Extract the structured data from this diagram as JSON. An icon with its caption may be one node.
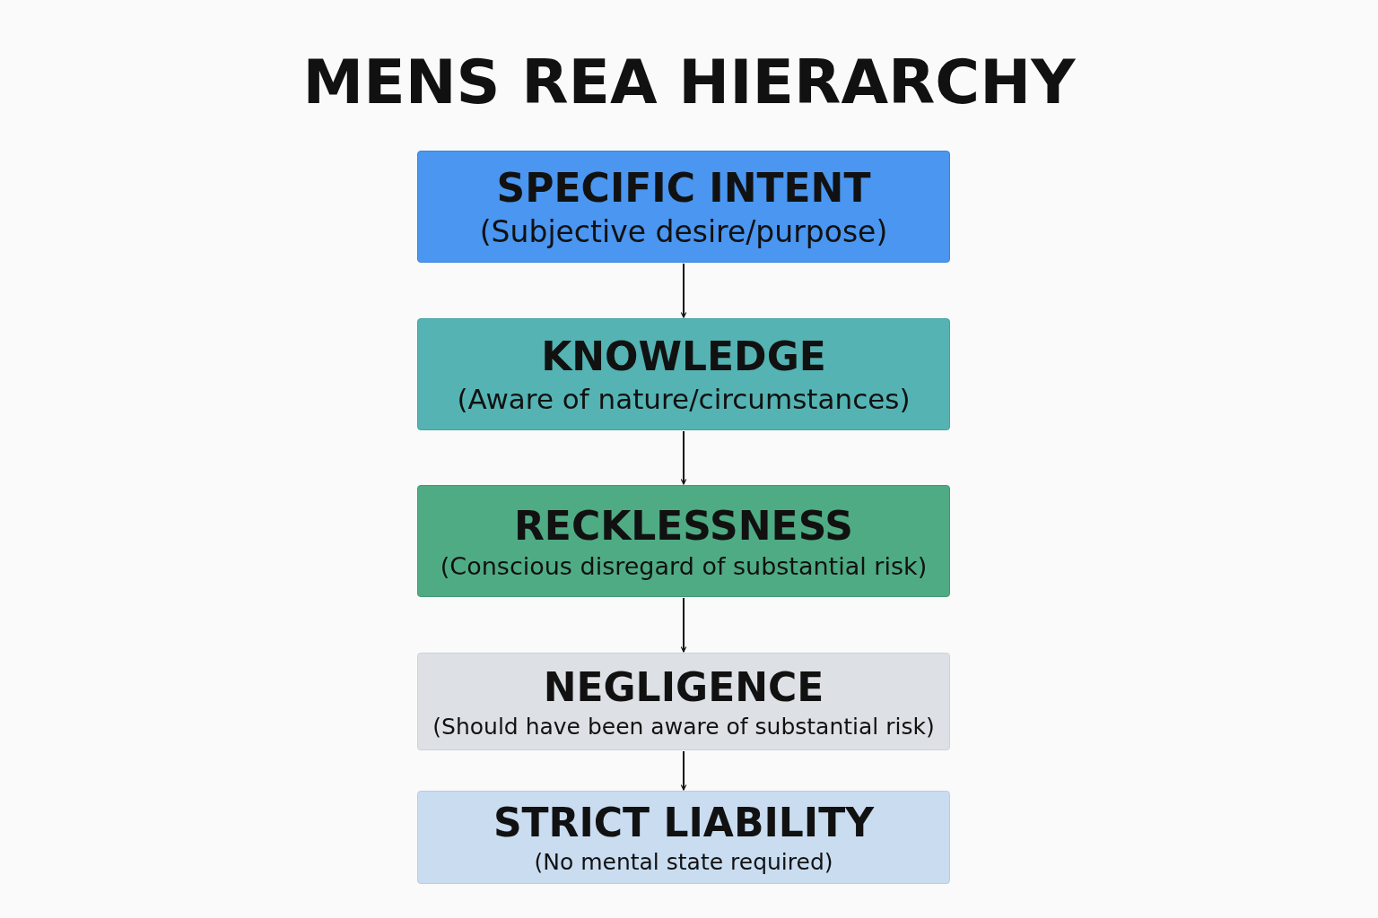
{
  "diagram": {
    "title": "MENS REA HIERARCHY",
    "nodes": [
      {
        "text": [
          "SPECIFIC INTENT",
          "(Subjective desire/purpose)"
        ]
      },
      {
        "text": [
          "KNOWLEDGE",
          "(Aware of nature/circumstances)"
        ]
      },
      {
        "text": [
          "RECKLESSNESS",
          "(Conscious disregard of substantial risk)"
        ]
      },
      {
        "text": [
          "NEGLIGENCE",
          "(Should have been aware of substantial risk)"
        ]
      },
      {
        "text": [
          "STRICT LIABILITY",
          "(No mental state required)"
        ]
      }
    ],
    "edges": [
      {
        "from": 0,
        "to": 1,
        "arrow": "to"
      },
      {
        "from": 1,
        "to": 2,
        "arrow": "to"
      },
      {
        "from": 2,
        "to": 3,
        "arrow": "to"
      },
      {
        "from": 3,
        "to": 4,
        "arrow": "to"
      }
    ]
  }
}
